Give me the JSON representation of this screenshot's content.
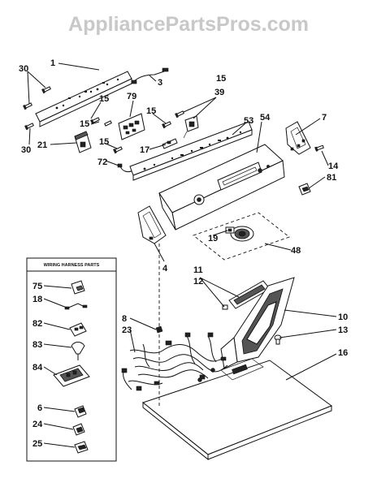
{
  "watermark": "AppliancePartsPros.com",
  "harness_box_title": "WIRING HARNESS PARTS",
  "callouts": [
    {
      "key": "c30a",
      "text": "30"
    },
    {
      "key": "c1",
      "text": "1"
    },
    {
      "key": "c3",
      "text": "3"
    },
    {
      "key": "c15a",
      "text": "15"
    },
    {
      "key": "c39",
      "text": "39"
    },
    {
      "key": "c79",
      "text": "79"
    },
    {
      "key": "c15b",
      "text": "15"
    },
    {
      "key": "c15c",
      "text": "15"
    },
    {
      "key": "c15d",
      "text": "15"
    },
    {
      "key": "c53",
      "text": "53"
    },
    {
      "key": "c54",
      "text": "54"
    },
    {
      "key": "c7",
      "text": "7"
    },
    {
      "key": "c30b",
      "text": "30"
    },
    {
      "key": "c21",
      "text": "21"
    },
    {
      "key": "c15e",
      "text": "15"
    },
    {
      "key": "c17",
      "text": "17"
    },
    {
      "key": "c72",
      "text": "72"
    },
    {
      "key": "c14",
      "text": "14"
    },
    {
      "key": "c81",
      "text": "81"
    },
    {
      "key": "c19",
      "text": "19"
    },
    {
      "key": "c48",
      "text": "48"
    },
    {
      "key": "c4",
      "text": "4"
    },
    {
      "key": "c11",
      "text": "11"
    },
    {
      "key": "c12",
      "text": "12"
    },
    {
      "key": "c8",
      "text": "8"
    },
    {
      "key": "c23",
      "text": "23"
    },
    {
      "key": "c10",
      "text": "10"
    },
    {
      "key": "c13",
      "text": "13"
    },
    {
      "key": "c16",
      "text": "16"
    },
    {
      "key": "c75",
      "text": "75"
    },
    {
      "key": "c18",
      "text": "18"
    },
    {
      "key": "c82",
      "text": "82"
    },
    {
      "key": "c83",
      "text": "83"
    },
    {
      "key": "c84",
      "text": "84"
    },
    {
      "key": "c6",
      "text": "6"
    },
    {
      "key": "c24",
      "text": "24"
    },
    {
      "key": "c25",
      "text": "25"
    }
  ]
}
